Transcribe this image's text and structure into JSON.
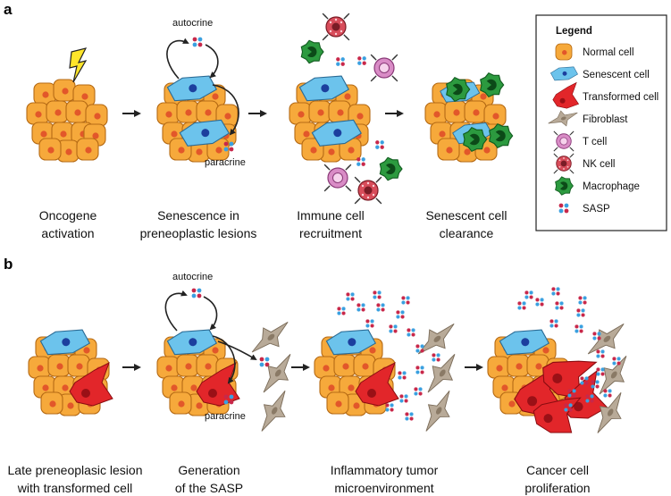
{
  "panels": [
    {
      "letter": "a",
      "stages": [
        {
          "caption_line1": "Oncogene",
          "caption_line2": "activation"
        },
        {
          "caption_line1": "Senescence in",
          "caption_line2": "preneoplastic lesions",
          "label_top": "autocrine",
          "label_bottom": "paracrine"
        },
        {
          "caption_line1": "Immune cell",
          "caption_line2": "recruitment"
        },
        {
          "caption_line1": "Senescent cell",
          "caption_line2": "clearance"
        }
      ]
    },
    {
      "letter": "b",
      "stages": [
        {
          "caption_line1": "Late preneoplasic lesion",
          "caption_line2": "with transformed cell"
        },
        {
          "caption_line1": "Generation",
          "caption_line2": "of the SASP",
          "label_top": "autocrine",
          "label_bottom": "paracrine"
        },
        {
          "caption_line1": "Inflammatory tumor",
          "caption_line2": "microenvironment"
        },
        {
          "caption_line1": "Cancer cell",
          "caption_line2": "proliferation"
        }
      ]
    }
  ],
  "legend": {
    "title": "Legend",
    "items": [
      {
        "label": "Normal cell",
        "icon": "normal-cell-icon"
      },
      {
        "label": "Senescent cell",
        "icon": "senescent-cell-icon"
      },
      {
        "label": "Transformed cell",
        "icon": "transformed-cell-icon"
      },
      {
        "label": "Fibroblast",
        "icon": "fibroblast-icon"
      },
      {
        "label": "T cell",
        "icon": "t-cell-icon"
      },
      {
        "label": "NK cell",
        "icon": "nk-cell-icon"
      },
      {
        "label": "Macrophage",
        "icon": "macrophage-icon"
      },
      {
        "label": "SASP",
        "icon": "sasp-icon"
      }
    ]
  },
  "colors": {
    "normal_cell": "#f6a93b",
    "normal_nucleus": "#e2572a",
    "senescent_cell": "#6cc3ec",
    "senescent_nucleus": "#1c3f9e",
    "transformed_cell": "#e2262a",
    "transformed_nucleus": "#9a1016",
    "fibroblast": "#b8aa98",
    "t_cell": "#d98cc6",
    "nk_cell": "#d84c5a",
    "macrophage": "#2c9a3f",
    "sasp_red": "#c8284a",
    "sasp_blue": "#3aa0e0"
  }
}
